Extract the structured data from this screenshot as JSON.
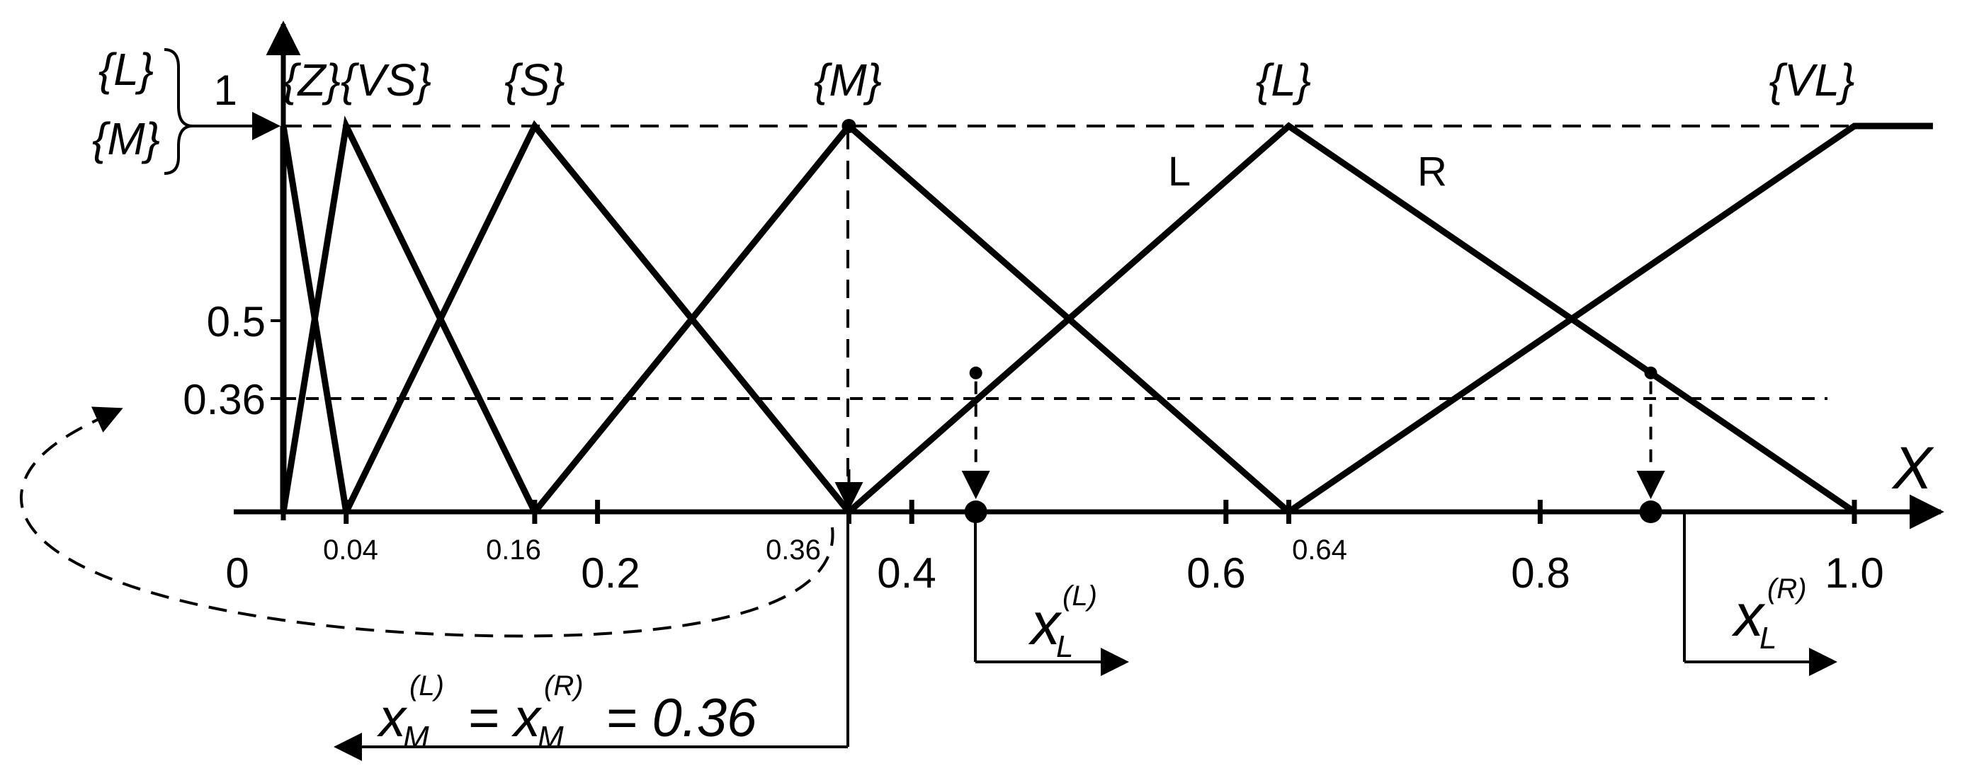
{
  "axis": {
    "x_label": "X",
    "y_ticks": [
      {
        "value": 1,
        "label": "1"
      },
      {
        "value": 0.5,
        "label": "0.5"
      },
      {
        "value": 0.36,
        "label": "0.36"
      }
    ],
    "x_ticks_major": [
      {
        "value": 0,
        "label": "0"
      },
      {
        "value": 0.2,
        "label": "0.2"
      },
      {
        "value": 0.4,
        "label": "0.4"
      },
      {
        "value": 0.6,
        "label": "0.6"
      },
      {
        "value": 0.8,
        "label": "0.8"
      },
      {
        "value": 1.0,
        "label": "1.0"
      }
    ],
    "x_ticks_minor": [
      {
        "value": 0.04,
        "label": "0.04"
      },
      {
        "value": 0.16,
        "label": "0.16"
      },
      {
        "value": 0.36,
        "label": "0.36"
      },
      {
        "value": 0.64,
        "label": "0.64"
      }
    ]
  },
  "sets": [
    {
      "name": "Z",
      "label": "{Z}",
      "points": [
        [
          0,
          0
        ],
        [
          0,
          1
        ],
        [
          0.04,
          0
        ]
      ]
    },
    {
      "name": "VS",
      "label": "{VS}",
      "points": [
        [
          0,
          0
        ],
        [
          0.04,
          1
        ],
        [
          0.16,
          0
        ]
      ]
    },
    {
      "name": "S",
      "label": "{S}",
      "points": [
        [
          0.04,
          0
        ],
        [
          0.16,
          1
        ],
        [
          0.36,
          0
        ]
      ]
    },
    {
      "name": "M",
      "label": "{M}",
      "points": [
        [
          0.16,
          0
        ],
        [
          0.36,
          1
        ],
        [
          0.64,
          0
        ]
      ]
    },
    {
      "name": "L",
      "label": "{L}",
      "points": [
        [
          0.36,
          0
        ],
        [
          0.64,
          1
        ],
        [
          1.0,
          0
        ]
      ]
    },
    {
      "name": "VL",
      "label": "{VL}",
      "points": [
        [
          0.64,
          0
        ],
        [
          1.0,
          1
        ],
        [
          1.05,
          1
        ]
      ]
    }
  ],
  "side_labels": {
    "L": "L",
    "R": "R"
  },
  "brace_labels": {
    "top": "{L}",
    "bottom": "{M}"
  },
  "alpha_level": 0.36,
  "intersections": {
    "xL_left": 0.4408,
    "xL_right": 0.8704,
    "xM": 0.36
  },
  "annotations": {
    "xL_left": {
      "base": "x",
      "sub": "L",
      "sup": "(L)"
    },
    "xL_right": {
      "base": "x",
      "sub": "L",
      "sup": "(R)"
    },
    "equation": {
      "base": "x",
      "sub": "M",
      "sup_left": "(L)",
      "sup_right": "(R)",
      "eq": "=",
      "value": "= 0.36"
    }
  }
}
